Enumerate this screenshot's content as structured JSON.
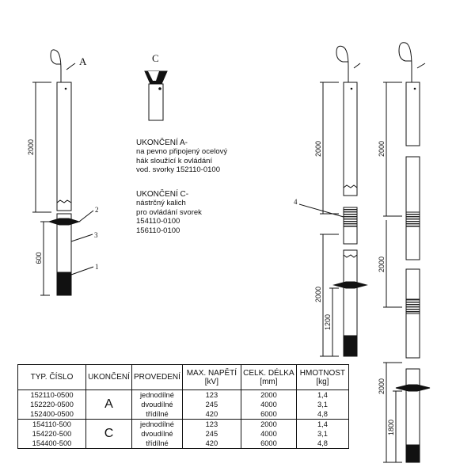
{
  "labels": {
    "a": "A",
    "c": "C"
  },
  "callouts": [
    "1",
    "2",
    "3",
    "4"
  ],
  "dimensions": {
    "d2000": "2000",
    "d600": "600",
    "d1200": "1200",
    "d1800": "1800"
  },
  "descriptions": {
    "a": {
      "heading": "UKONČENÍ A-",
      "lines": [
        "na pevno připojený ocelový",
        "hák sloužící k ovládání",
        "vod. svorky 152110-0100"
      ]
    },
    "c": {
      "heading": "UKONČENÍ C-",
      "lines": [
        "nástrčný kalich",
        "pro ovládání svorek",
        "154110-0100",
        "156110-0100"
      ]
    }
  },
  "table": {
    "headers": {
      "typ": "TYP. ČÍSLO",
      "ukonceni": "UKONČENÍ",
      "provedeni": "PROVEDENÍ",
      "napeti": "MAX. NAPĚTÍ",
      "napeti_unit": "[kV]",
      "delka": "CELK. DÉLKA",
      "delka_unit": "[mm]",
      "hmotnost": "HMOTNOST",
      "hmotnost_unit": "[kg]"
    },
    "groups": [
      {
        "ukonceni": "A",
        "rows": [
          {
            "typ": "152110-0500",
            "provedeni": "jednodílné",
            "napeti": "123",
            "delka": "2000",
            "hmotnost": "1,4"
          },
          {
            "typ": "152220-0500",
            "provedeni": "dvoudílné",
            "napeti": "245",
            "delka": "4000",
            "hmotnost": "3,1"
          },
          {
            "typ": "152400-0500",
            "provedeni": "třídílné",
            "napeti": "420",
            "delka": "6000",
            "hmotnost": "4,8"
          }
        ]
      },
      {
        "ukonceni": "C",
        "rows": [
          {
            "typ": "154110-500",
            "provedeni": "jednodílné",
            "napeti": "123",
            "delka": "2000",
            "hmotnost": "1,4"
          },
          {
            "typ": "154220-500",
            "provedeni": "dvoudílné",
            "napeti": "245",
            "delka": "4000",
            "hmotnost": "3,1"
          },
          {
            "typ": "154400-500",
            "provedeni": "třídílné",
            "napeti": "420",
            "delka": "6000",
            "hmotnost": "4,8"
          }
        ]
      }
    ]
  }
}
